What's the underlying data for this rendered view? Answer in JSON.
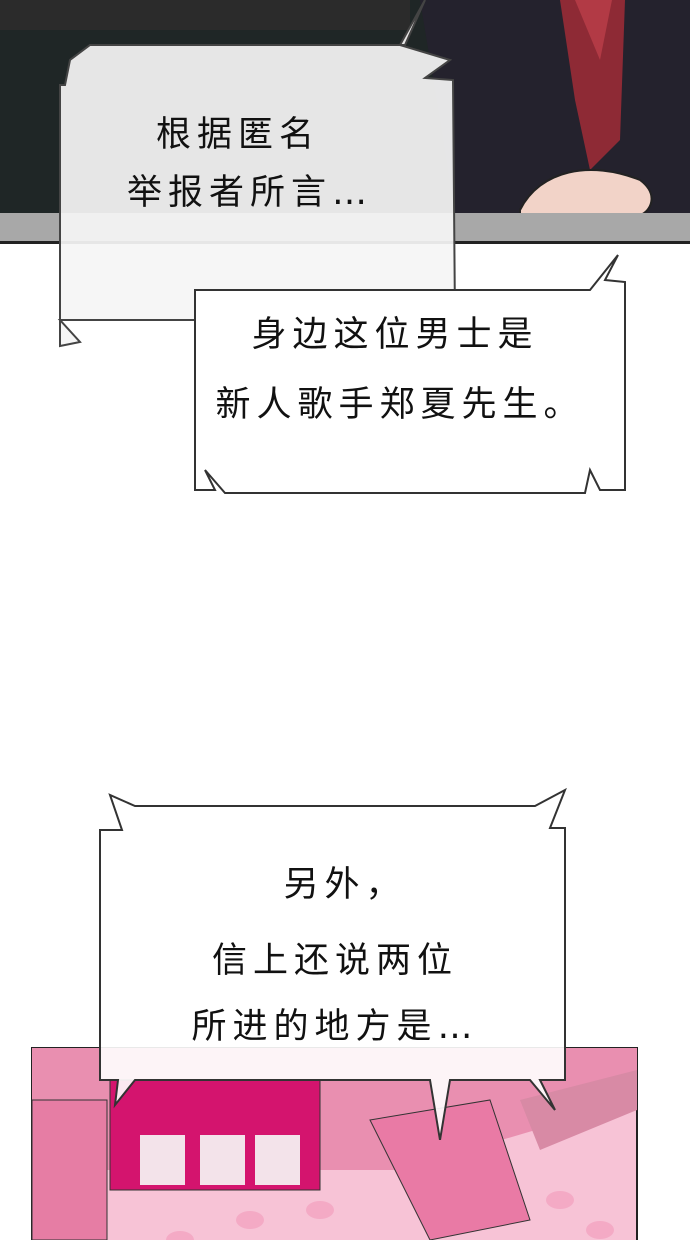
{
  "panels": {
    "top": {
      "colors": {
        "background": "#1f2424",
        "suit": "#25232e",
        "tie": "#8c2a33",
        "desk": "#a9a9a9"
      }
    },
    "bottom": {
      "colors": {
        "wall": "#e98fb0",
        "floor": "#f7c3d6",
        "shelf": "#d4146e"
      }
    }
  },
  "bubbles": [
    {
      "lines": [
        "根据匿名",
        "举报者所言…"
      ]
    },
    {
      "lines": [
        "身边这位男士是",
        "新人歌手郑夏先生。"
      ]
    },
    {
      "lines": [
        "另外，",
        "信上还说两位",
        "所进的地方是…"
      ]
    }
  ]
}
